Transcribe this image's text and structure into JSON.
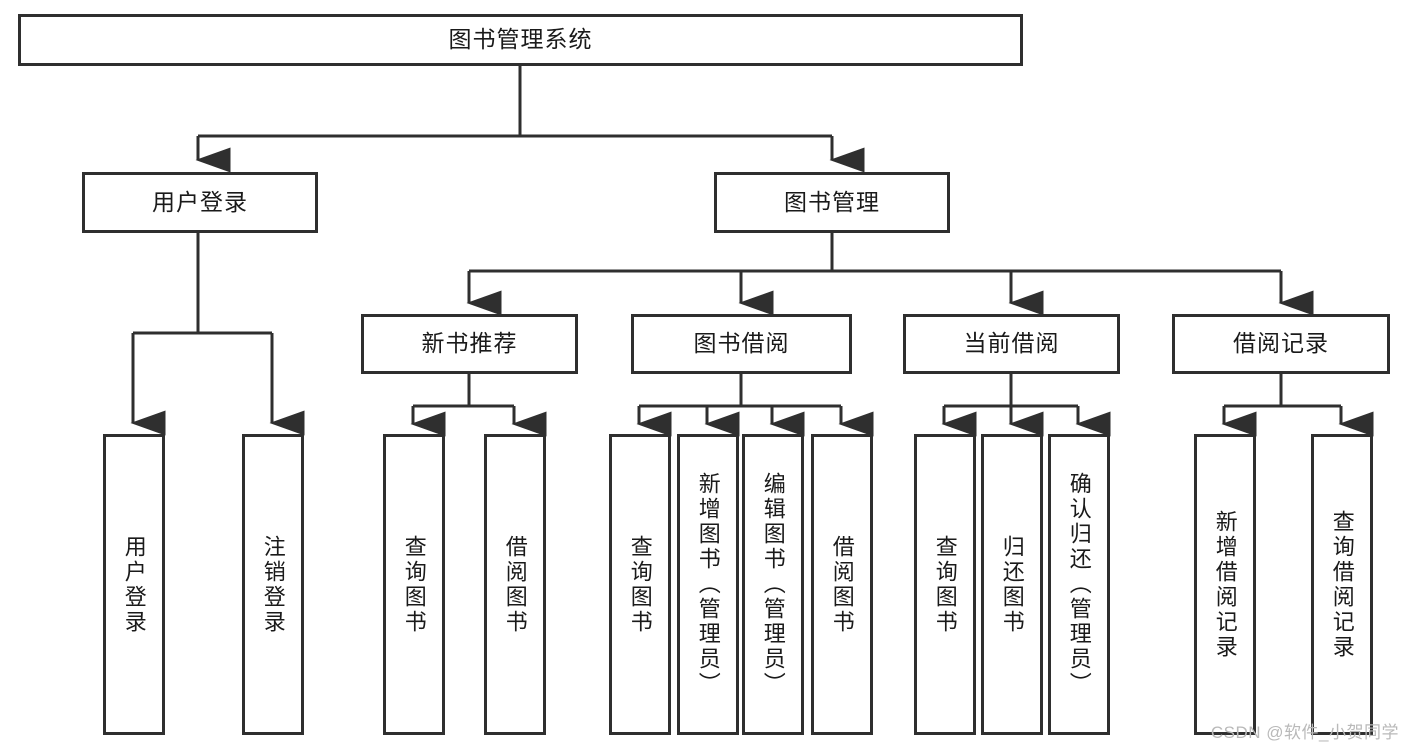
{
  "diagram": {
    "title": "图书管理系统",
    "type": "tree-hierarchy-chart",
    "root": {
      "label": "图书管理系统"
    },
    "level2": [
      {
        "label": "用户登录"
      },
      {
        "label": "图书管理"
      }
    ],
    "level3": [
      {
        "label": "新书推荐"
      },
      {
        "label": "图书借阅"
      },
      {
        "label": "当前借阅"
      },
      {
        "label": "借阅记录"
      }
    ],
    "leaves": {
      "user_login": [
        {
          "label": "用户登录"
        },
        {
          "label": "注销登录"
        }
      ],
      "new_book_recommend": [
        {
          "label": "查询图书"
        },
        {
          "label": "借阅图书"
        }
      ],
      "book_borrow": [
        {
          "label": "查询图书"
        },
        {
          "label": "新增图书（管理员）"
        },
        {
          "label": "编辑图书（管理员）"
        },
        {
          "label": "借阅图书"
        }
      ],
      "current_borrow": [
        {
          "label": "查询图书"
        },
        {
          "label": "归还图书"
        },
        {
          "label": "确认归还（管理员）"
        }
      ],
      "borrow_record": [
        {
          "label": "新增借阅记录"
        },
        {
          "label": "查询借阅记录"
        }
      ]
    }
  },
  "watermark": {
    "text": "CSDN @软件_小贺同学"
  },
  "colors": {
    "border": "#2f2f2f",
    "text": "#1a1a1a",
    "background": "#ffffff",
    "watermark": "#b9b9b9"
  }
}
